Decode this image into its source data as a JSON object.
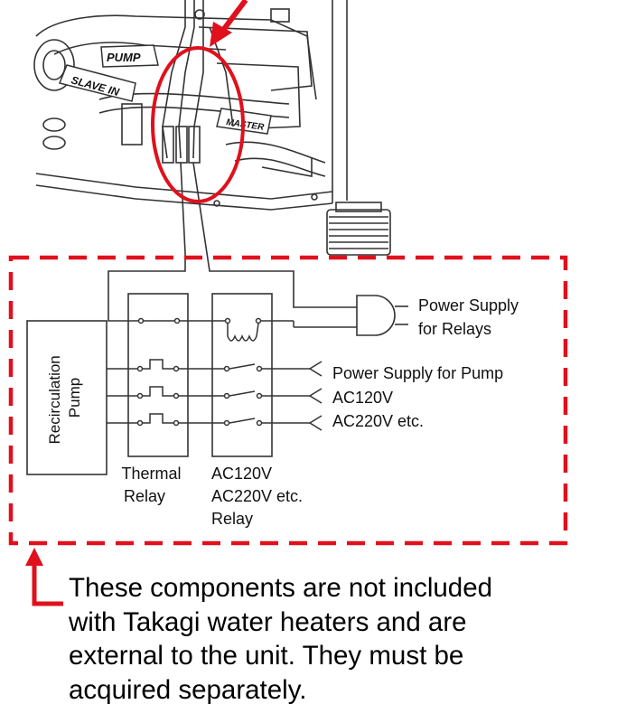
{
  "unit_labels": {
    "pump": "PUMP",
    "slave_in": "SLAVE IN",
    "master": "MASTER"
  },
  "components": {
    "recirculation_pump": [
      "Recirculation",
      "Pump"
    ],
    "thermal_relay": [
      "Thermal",
      "Relay"
    ],
    "voltage_relay": [
      "AC120V",
      "AC220V etc.",
      "Relay"
    ]
  },
  "supplies": {
    "relays": [
      "Power Supply",
      "for Relays"
    ],
    "pump": [
      "Power Supply for Pump",
      "AC120V",
      "AC220V etc."
    ]
  },
  "note": [
    "These components are not included",
    "with Takagi water heaters and are",
    "external to the unit.  They must be",
    "acquired separately."
  ],
  "colors": {
    "highlight": "#e0101c",
    "line": "#222222"
  }
}
